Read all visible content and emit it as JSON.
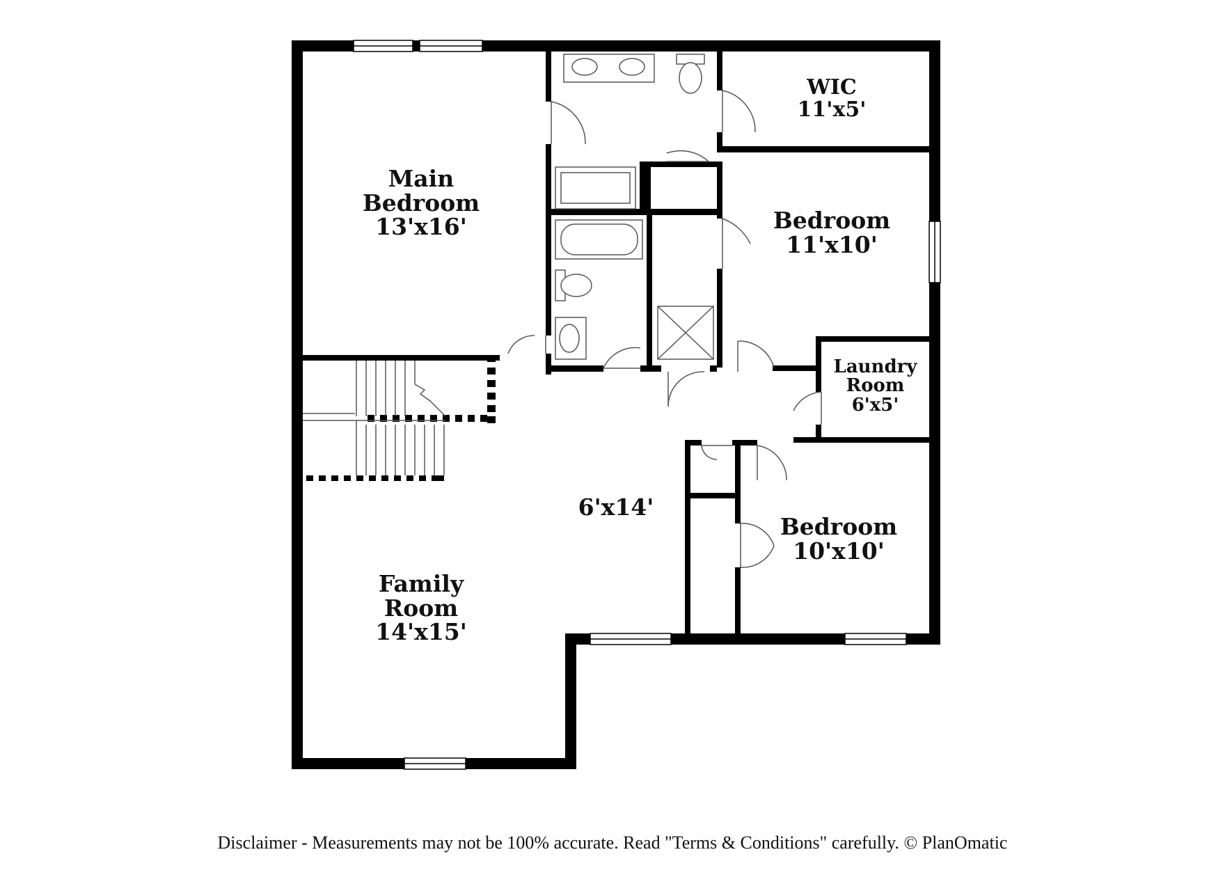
{
  "rooms": {
    "main_bedroom": {
      "line1": "Main",
      "line2": "Bedroom",
      "size": "13'x16'"
    },
    "wic": {
      "line1": "WIC",
      "size": "11'x5'"
    },
    "bedroom_2": {
      "line1": "Bedroom",
      "size": "11'x10'"
    },
    "laundry": {
      "line1": "Laundry",
      "line2": "Room",
      "size": "6'x5'"
    },
    "hallway": {
      "size": "6'x14'"
    },
    "bedroom_3": {
      "line1": "Bedroom",
      "size": "10'x10'"
    },
    "family_room": {
      "line1": "Family",
      "line2": "Room",
      "size": "14'x15'"
    }
  },
  "disclaimer": "Disclaimer - Measurements may not be 100% accurate. Read \"Terms & Conditions\" carefully. © PlanOmatic",
  "colors": {
    "wall": "#000000",
    "fixture": "#555555",
    "background": "#ffffff"
  }
}
